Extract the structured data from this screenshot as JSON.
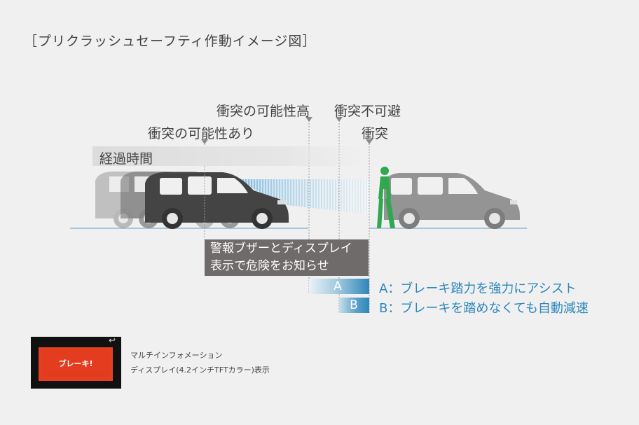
{
  "title": "［プリクラッシュセーフティ作動イメージ図］",
  "stages": {
    "possible": "衝突の可能性あり",
    "high": "衝突の可能性高",
    "unavoidable": "衝突不可避",
    "collision": "衝突"
  },
  "time_label": "経過時間",
  "warning": {
    "line1": "警報ブザーとディスプレイ",
    "line2": "表示で危険をお知らせ"
  },
  "bars": {
    "a_letter": "A",
    "b_letter": "B"
  },
  "legend": {
    "a": "A：ブレーキ踏力を強力にアシスト",
    "b": "B：ブレーキを踏めなくても自動減速"
  },
  "display": {
    "brake_text": "ブレーキ!",
    "caption_line1": "マルチインフォメーション",
    "caption_line2": "ディスプレイ(4.2インチTFTカラー)表示"
  },
  "colors": {
    "accent_blue": "#2d86bb",
    "brake_red": "#e33c1f",
    "pedestrian_green": "#2fa84f",
    "warning_gray": "#6f6b6b"
  }
}
